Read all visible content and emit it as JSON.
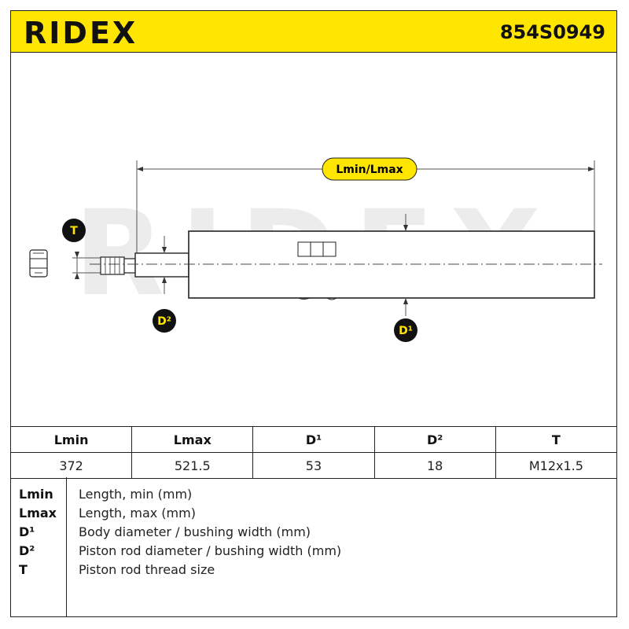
{
  "header": {
    "brand": "RIDEX",
    "part_number": "854S0949",
    "accent_color": "#ffe600"
  },
  "diagram": {
    "watermark": "RIDEX",
    "labels": {
      "length": "Lmin/Lmax",
      "thread": "T",
      "rod_diameter": "D²",
      "body_diameter": "D¹"
    }
  },
  "spec_table": {
    "headers": [
      "Lmin",
      "Lmax",
      "D¹",
      "D²",
      "T"
    ],
    "values": [
      "372",
      "521.5",
      "53",
      "18",
      "M12x1.5"
    ]
  },
  "legend": [
    {
      "key": "Lmin",
      "text": "Length, min (mm)"
    },
    {
      "key": "Lmax",
      "text": "Length, max (mm)"
    },
    {
      "key": "D¹",
      "text": "Body diameter / bushing width (mm)"
    },
    {
      "key": "D²",
      "text": "Piston rod diameter / bushing width (mm)"
    },
    {
      "key": "T",
      "text": "Piston rod thread size"
    }
  ]
}
